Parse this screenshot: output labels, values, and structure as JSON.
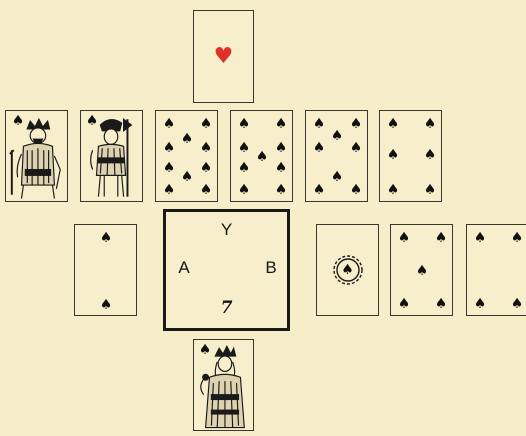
{
  "colors": {
    "background": "#f6edc9",
    "card_border": "#3a3632",
    "heart_red": "#e0302b",
    "ink": "#151515"
  },
  "board": {
    "north": "Y",
    "west": "A",
    "east": "B",
    "south_number": "7"
  },
  "cards": {
    "top_heart": {
      "suit": "heart",
      "rank": "ace",
      "glyph": "♥"
    },
    "row_top": [
      {
        "suit": "spade",
        "rank": "king",
        "glyph": "♠"
      },
      {
        "suit": "spade",
        "rank": "jack",
        "glyph": "♠"
      },
      {
        "suit": "spade",
        "rank": "10",
        "glyph": "♠"
      },
      {
        "suit": "spade",
        "rank": "9",
        "glyph": "♠"
      },
      {
        "suit": "spade",
        "rank": "8",
        "glyph": "♠"
      },
      {
        "suit": "spade",
        "rank": "6",
        "glyph": "♠"
      }
    ],
    "left_two": {
      "suit": "spade",
      "rank": "2",
      "glyph": "♠"
    },
    "right_row": [
      {
        "suit": "spade",
        "rank": "ace",
        "glyph": "♠"
      },
      {
        "suit": "spade",
        "rank": "5",
        "glyph": "♠"
      },
      {
        "suit": "spade",
        "rank": "4",
        "glyph": "♠"
      }
    ],
    "bottom_queen": {
      "suit": "spade",
      "rank": "queen",
      "glyph": "♠"
    }
  }
}
